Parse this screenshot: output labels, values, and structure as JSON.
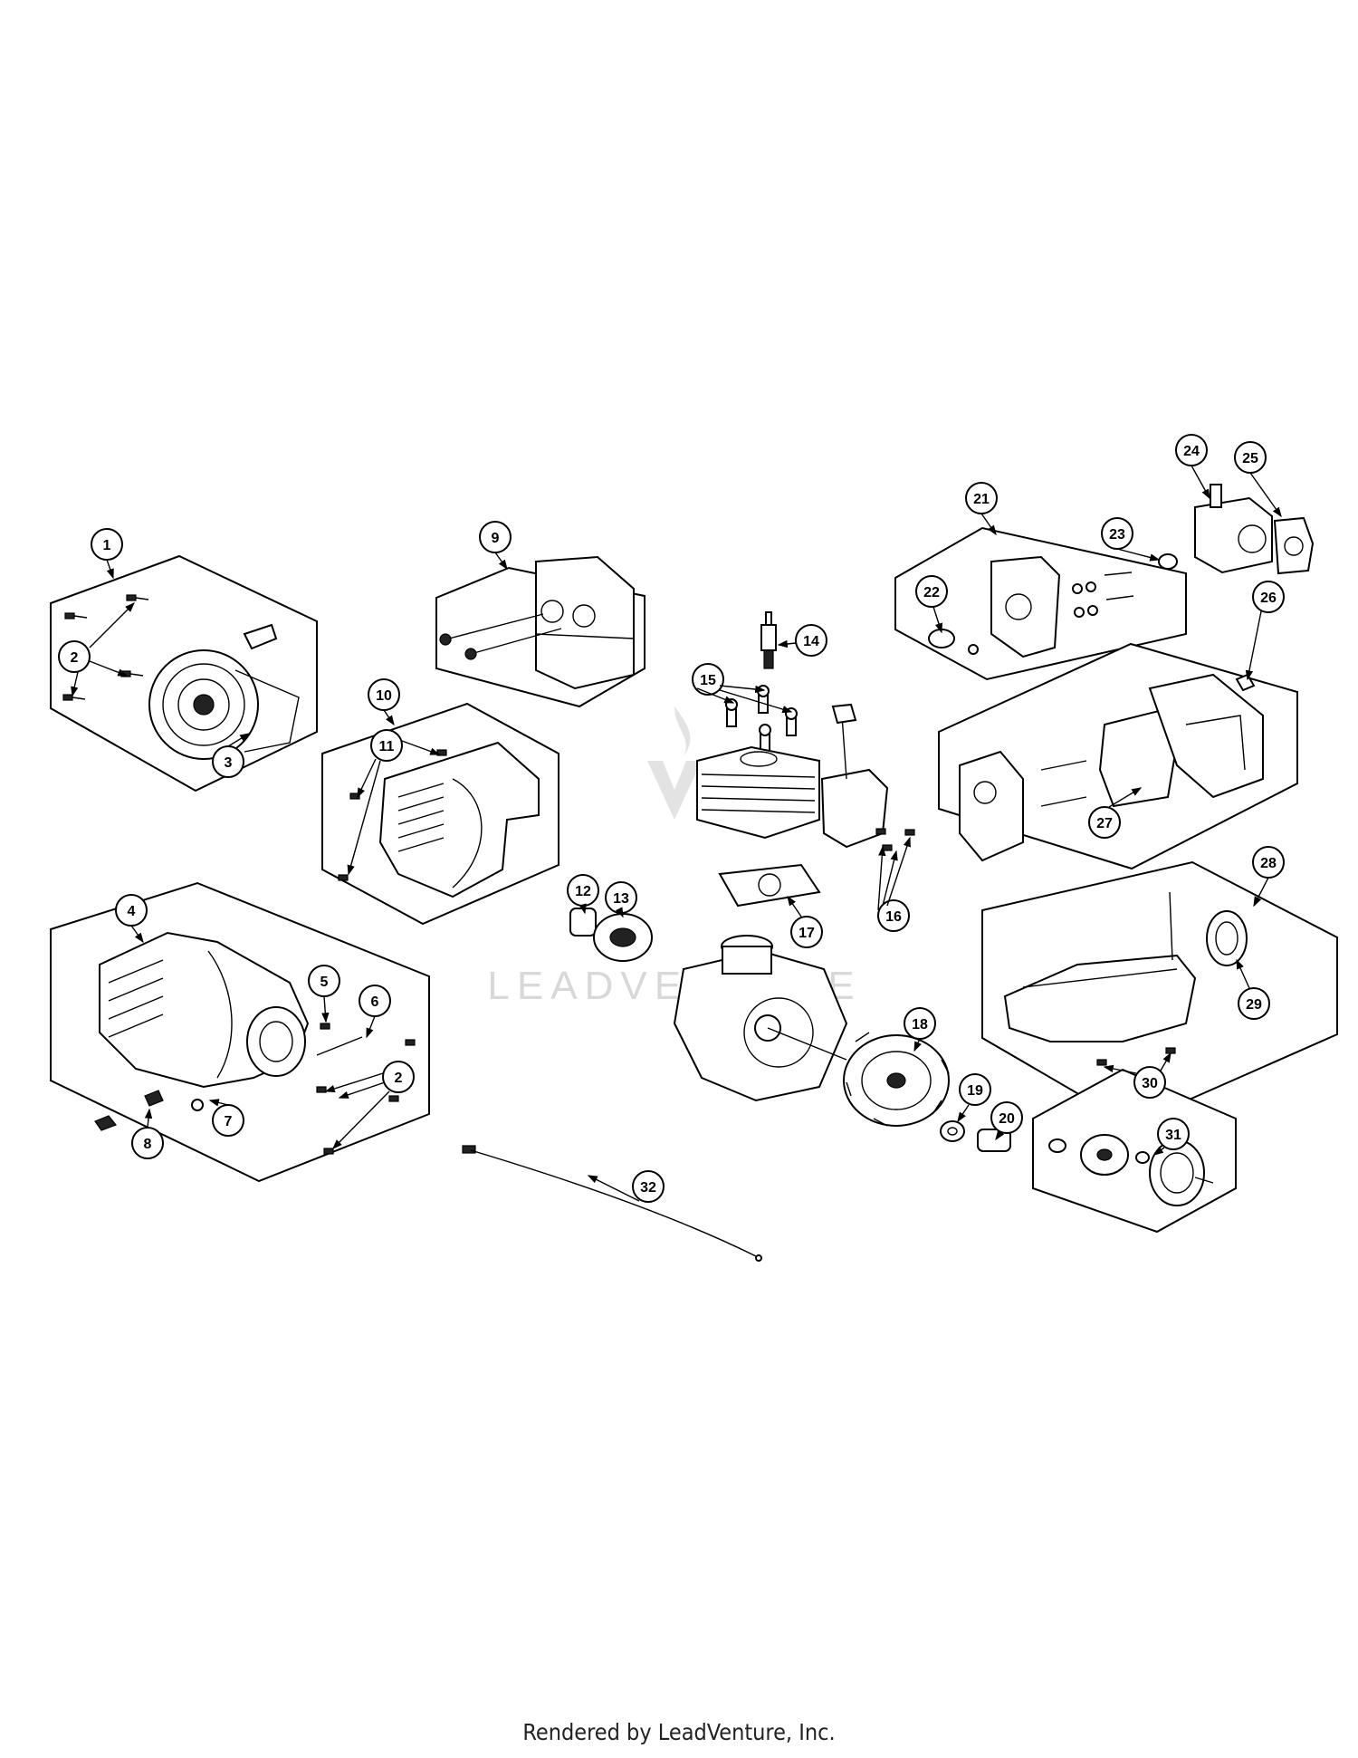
{
  "callouts": {
    "1": "1",
    "2": "2",
    "3": "3",
    "4": "4",
    "5": "5",
    "6": "6",
    "7": "7",
    "8": "8",
    "9": "9",
    "10": "10",
    "11": "11",
    "12": "12",
    "13": "13",
    "14": "14",
    "15": "15",
    "16": "16",
    "17": "17",
    "18": "18",
    "19": "19",
    "20": "20",
    "21": "21",
    "22": "22",
    "23": "23",
    "24": "24",
    "25": "25",
    "26": "26",
    "27": "27",
    "28": "28",
    "29": "29",
    "30": "30",
    "31": "31",
    "32": "32"
  },
  "watermark": "LEADVENTURE",
  "footer": "Rendered by LeadVenture, Inc."
}
